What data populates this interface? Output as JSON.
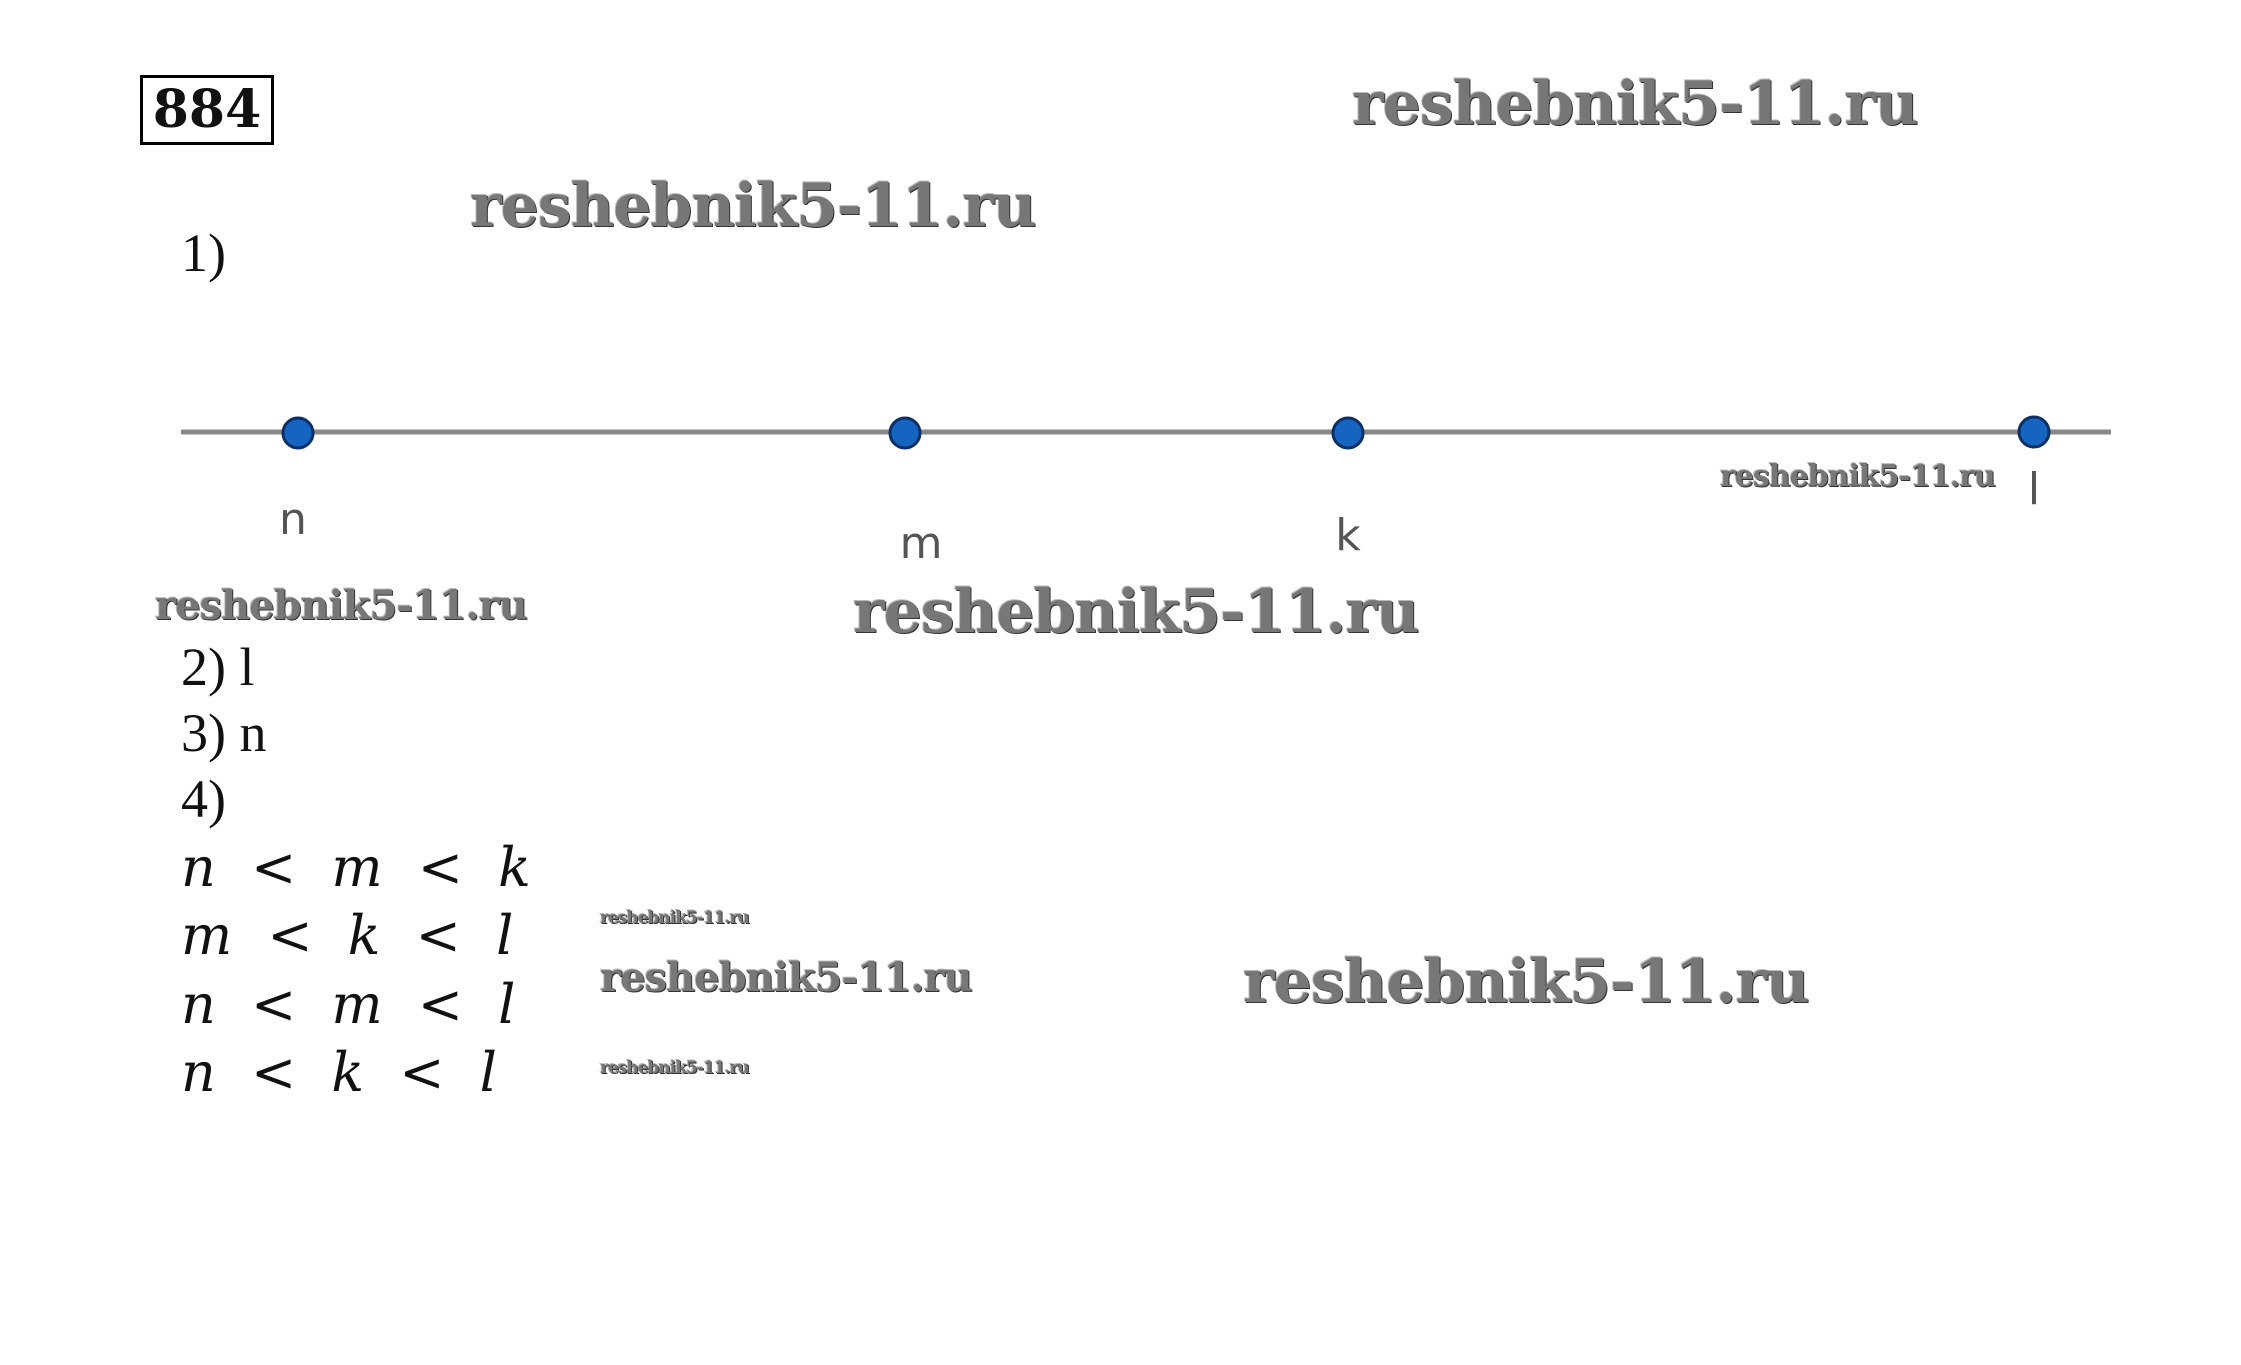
{
  "problem_number": "884",
  "part1_label": "1)",
  "number_line": {
    "points": [
      {
        "label": "n",
        "color": "#1565C0"
      },
      {
        "label": "m",
        "color": "#1565C0"
      },
      {
        "label": "k",
        "color": "#1565C0"
      },
      {
        "label": "l",
        "color": "#1565C0"
      }
    ]
  },
  "answers": {
    "a2": "2) l",
    "a3": "3) n",
    "a4": "4)"
  },
  "inequalities": [
    "n < m < k",
    "m < k < l",
    "n < m < l",
    "n < k < l"
  ],
  "watermark": "reshebnik5-11.ru"
}
